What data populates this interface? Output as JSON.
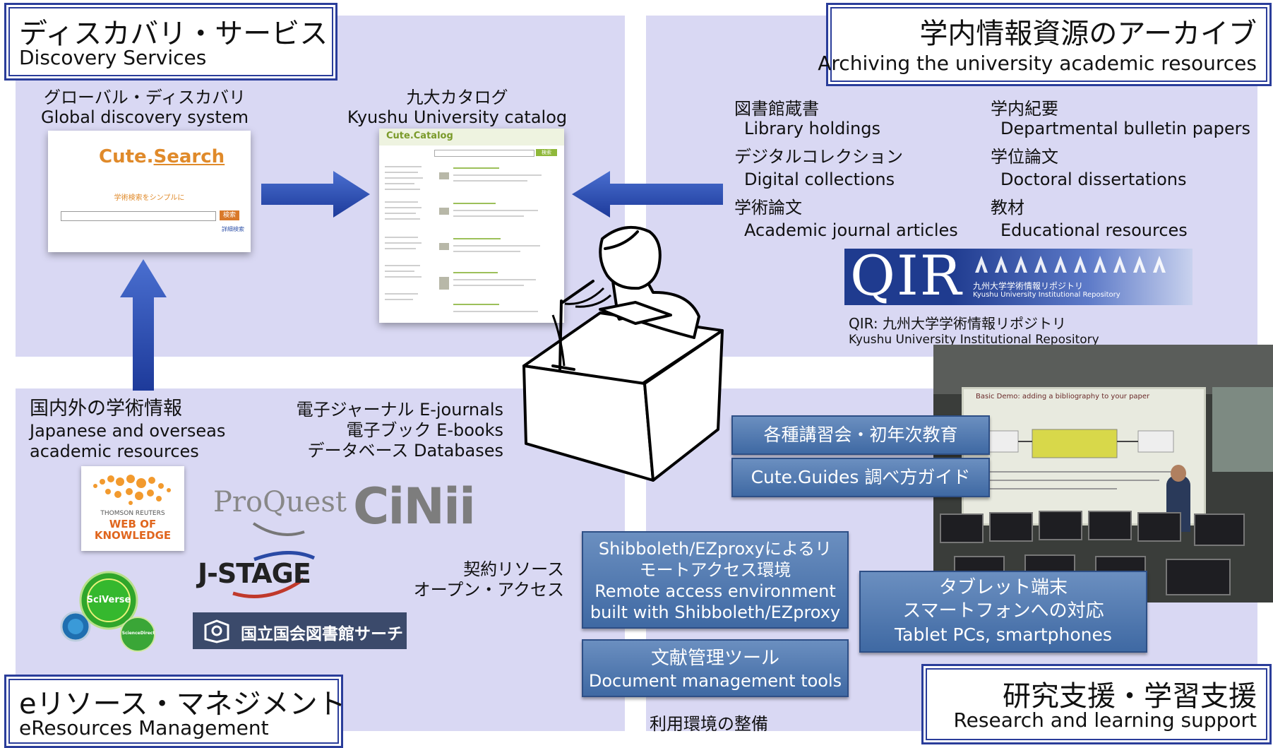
{
  "discovery": {
    "title_jp": "ディスカバリ・サービス",
    "title_en": "Discovery Services",
    "global_jp": "グローバル・ディスカバリ",
    "global_en": "Global discovery system",
    "catalog_jp": "九大カタログ",
    "catalog_en": "Kyushu University catalog",
    "cute_search": {
      "logo_a": "Cute.",
      "logo_b": "Search",
      "tagline": "学術検索をシンプルに",
      "search_button": "検索",
      "advanced_link": "詳細検索"
    },
    "cute_catalog": {
      "logo": "Cute.Catalog",
      "search_button": "検索"
    }
  },
  "archive": {
    "title_jp": "学内情報資源のアーカイブ",
    "title_en": "Archiving the university academic resources",
    "items_left": [
      {
        "jp": "図書館蔵書",
        "en": "Library holdings"
      },
      {
        "jp": "デジタルコレクション",
        "en": "Digital collections"
      },
      {
        "jp": "学術論文",
        "en": "Academic journal articles"
      }
    ],
    "items_right": [
      {
        "jp": "学内紀要",
        "en": "Departmental bulletin papers"
      },
      {
        "jp": "学位論文",
        "en": "Doctoral dissertations"
      },
      {
        "jp": "教材",
        "en": "Educational resources"
      }
    ],
    "qir": {
      "logo": "QIR",
      "logo_sub_jp": "九州大学学術情報リポジトリ",
      "logo_sub_en": "Kyushu University Institutional Repository",
      "caption_jp": "QIR: 九州大学学術情報リポジトリ",
      "caption_en": "Kyushu University Institutional Repository"
    }
  },
  "eresources": {
    "title_jp": "eリソース・マネジメント",
    "title_en": "eResources Management",
    "heading_jp": "国内外の学術情報",
    "heading_en_1": "Japanese and overseas",
    "heading_en_2": "academic resources",
    "types": [
      "電子ジャーナル E-journals",
      "電子ブック E-books",
      "データベース Databases"
    ],
    "contract_1": "契約リソース",
    "contract_2": "オープン・アクセス",
    "logos": {
      "wok_1": "THOMSON REUTERS",
      "wok_2": "WEB OF",
      "wok_3": "KNOWLEDGE",
      "proquest": "ProQuest",
      "cinii": "CiNii",
      "jstage": "J-STAGE",
      "sciverse": "SciVerse",
      "sciencedirect": "ScienceDirect",
      "ndl": "国立国会図書館サーチ"
    }
  },
  "support": {
    "title_jp": "研究支援・学習支援",
    "title_en": "Research and learning support",
    "btn_seminars": "各種講習会・初年次教育",
    "btn_guides": "Cute.Guides 調べ方ガイド",
    "remote": [
      "Shibboleth/EZproxyによるリ",
      "モートアクセス環境",
      "Remote access environment",
      "built with Shibboleth/EZproxy"
    ],
    "refmgmt": [
      "文献管理ツール",
      "Document management tools"
    ],
    "tablet": [
      "タブレット端末",
      "スマートフォンへの対応",
      "Tablet PCs, smartphones"
    ],
    "environment_label": "利用環境の整備",
    "slide_title": "Basic Demo: adding a bibliography to your paper"
  },
  "colors": {
    "quad_bg": "#d9d8f3",
    "title_border": "#2a3d9a",
    "arrow_blue": "#2f4fb0",
    "button_blue": "#4d76ad"
  }
}
